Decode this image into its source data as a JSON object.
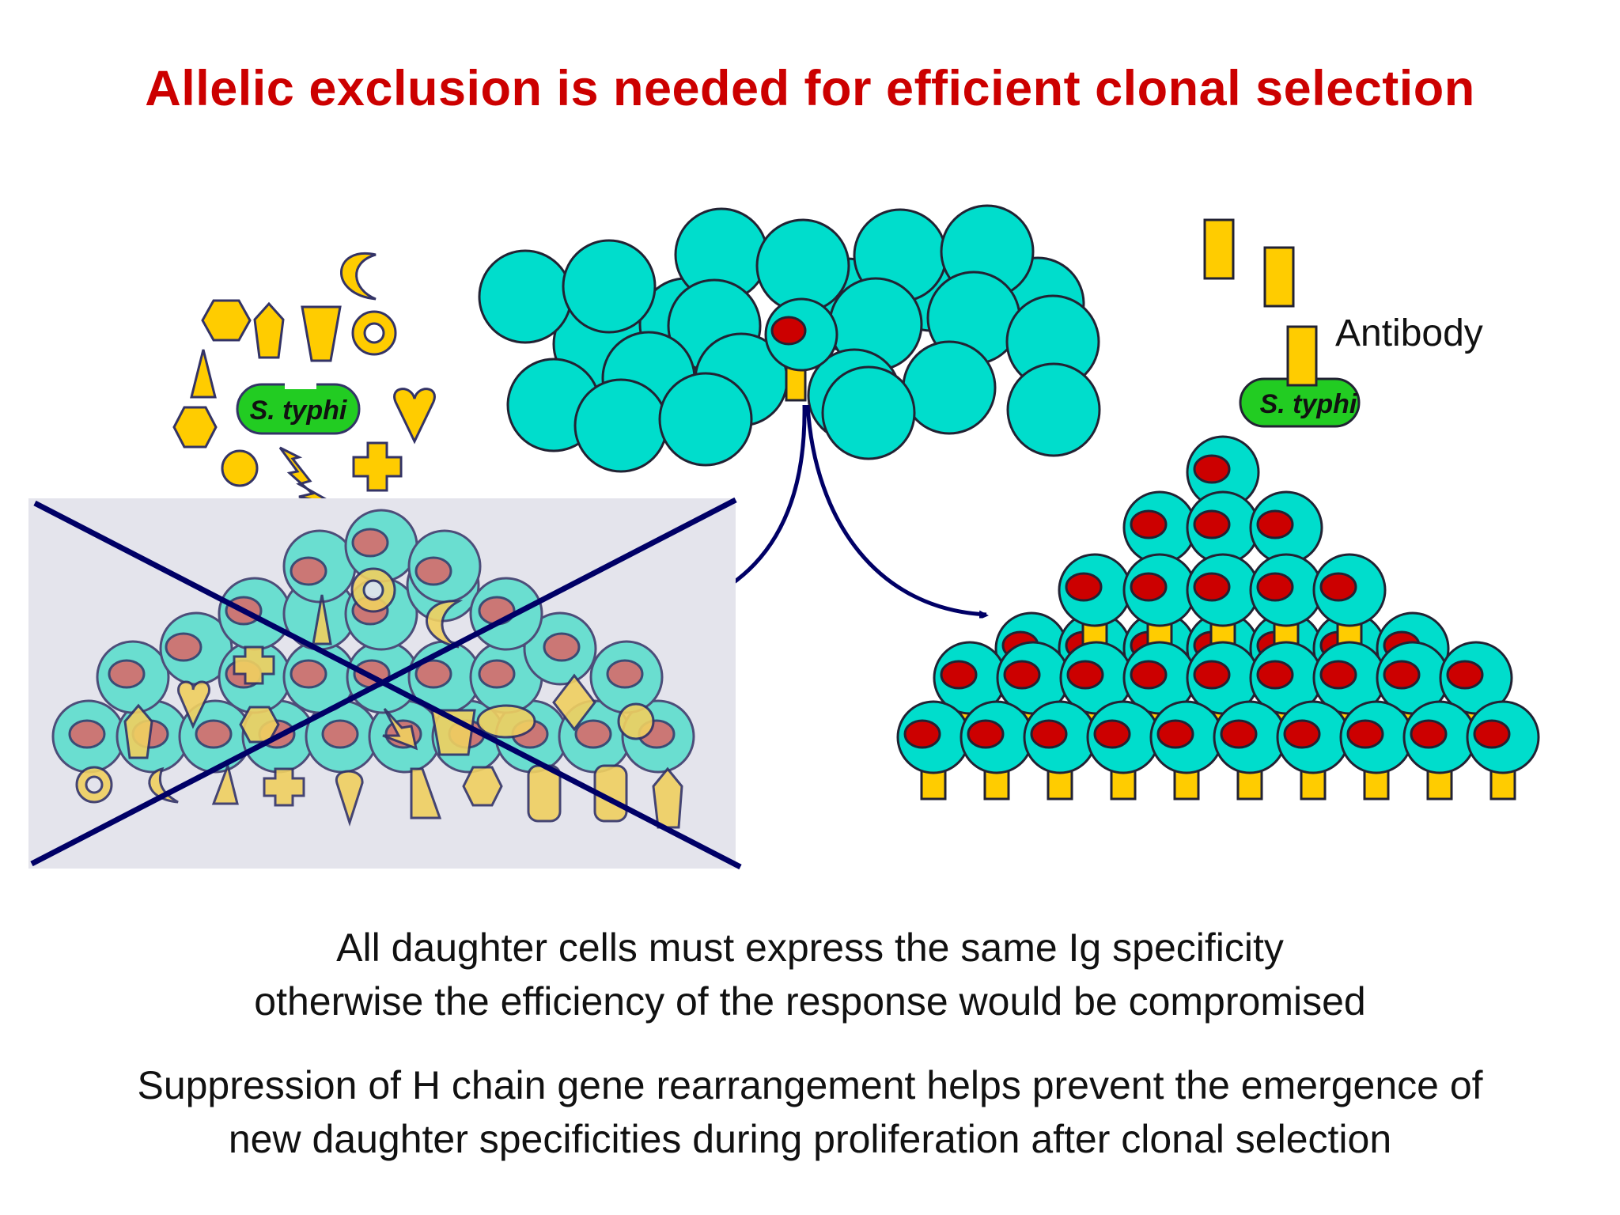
{
  "slide": {
    "title": "Allelic exclusion is needed for efficient clonal selection",
    "antibody_label": "Antibody",
    "pathogen_label": "S. typhi",
    "caption_line1": "All daughter cells must express the same Ig specificity",
    "caption_line2": "otherwise the efficiency of the response would be compromised",
    "caption_line3": "Suppression of H chain gene rearrangement helps prevent the emergence of",
    "caption_line4": "new daughter specificities during proliferation after clonal selection"
  },
  "colors": {
    "title": "#cc0000",
    "cell": "#00ddcc",
    "nucleus": "#cc0000",
    "receptor": "#ffcc00",
    "pathogen": "#22cc22",
    "arrow": "#000066"
  }
}
